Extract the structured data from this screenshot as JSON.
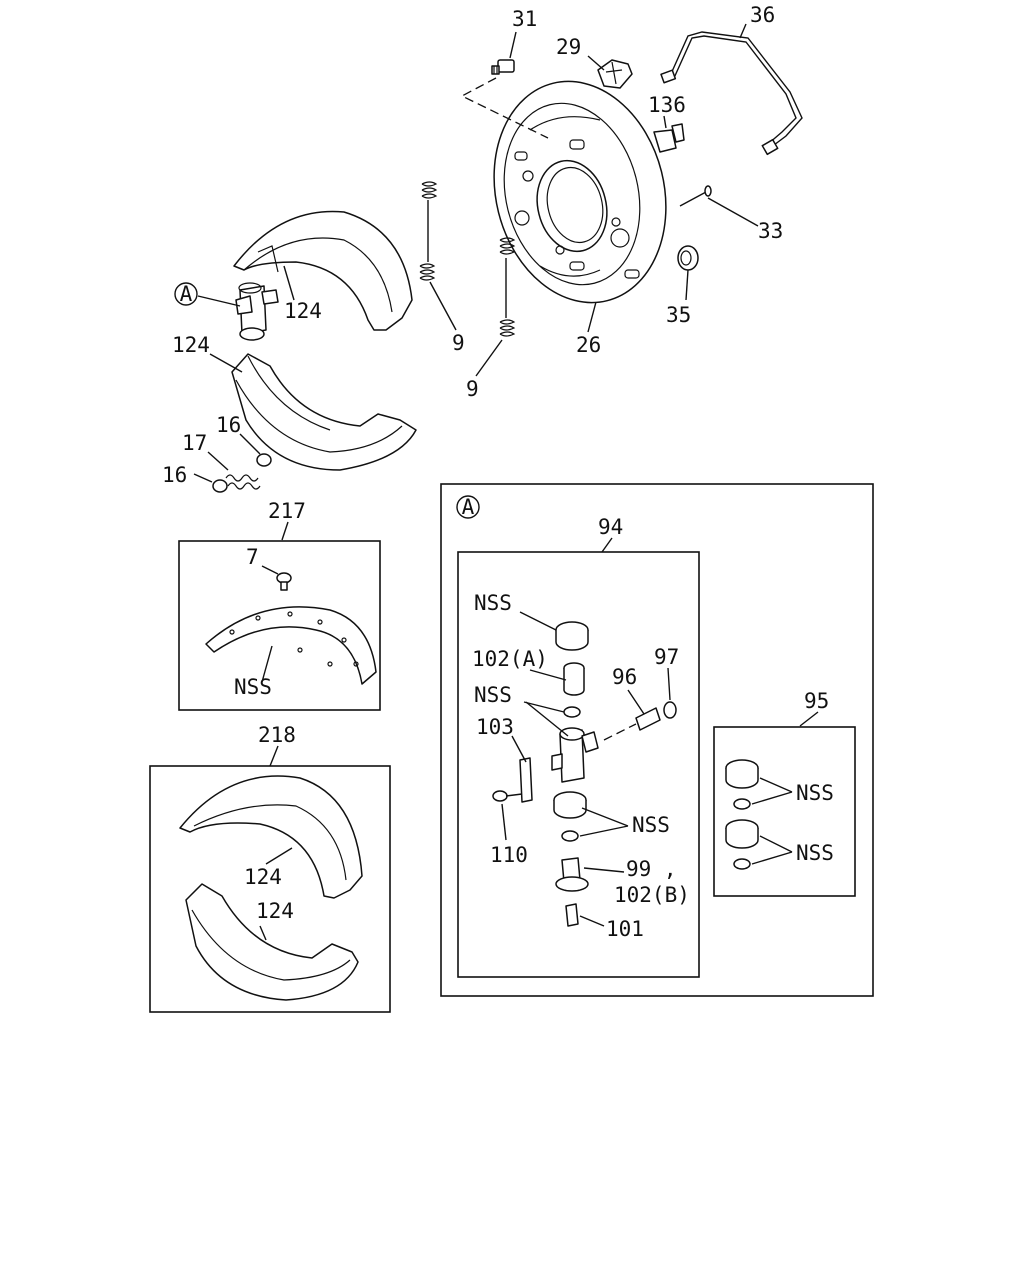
{
  "callouts": {
    "c31": "31",
    "c29": "29",
    "c36": "36",
    "c136": "136",
    "c33": "33",
    "c35": "35",
    "c26": "26",
    "c9a": "9",
    "c9b": "9",
    "c124a": "124",
    "c124b": "124",
    "c16a": "16",
    "c17": "17",
    "c16b": "16",
    "calloutA": "A"
  },
  "kit217": {
    "title": "217",
    "c7": "7",
    "nss": "NSS"
  },
  "kit218": {
    "title": "218",
    "c124a": "124",
    "c124b": "124"
  },
  "detailA": {
    "marker": "A",
    "cyl94": {
      "title": "94",
      "nss1": "NSS",
      "c102a": "102(A)",
      "nss2": "NSS",
      "c103": "103",
      "c96": "96",
      "c97": "97",
      "nss3": "NSS",
      "c110": "110",
      "c99": "99 ,",
      "c102b": "102(B)",
      "c101": "101"
    },
    "kit95": {
      "title": "95",
      "nss1": "NSS",
      "nss2": "NSS"
    }
  }
}
